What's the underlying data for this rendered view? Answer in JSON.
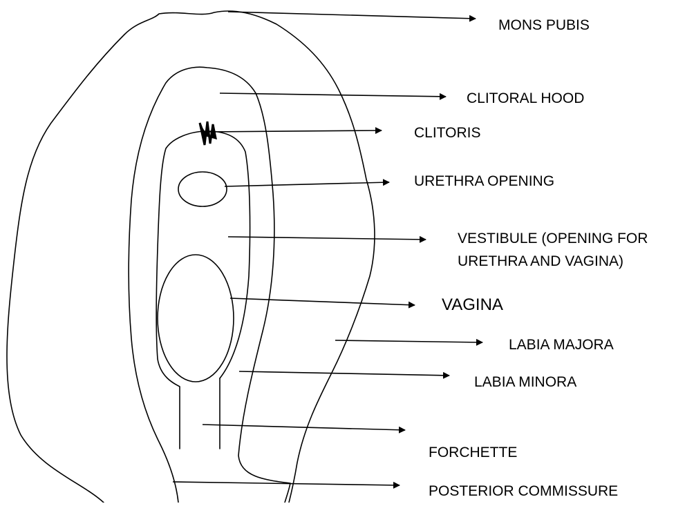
{
  "diagram": {
    "labels": {
      "mons_pubis": "MONS PUBIS",
      "clitoral_hood": "CLITORAL HOOD",
      "clitoris": "CLITORIS",
      "urethra_opening": "URETHRA OPENING",
      "vestibule_line1": "VESTIBULE (OPENING FOR",
      "vestibule_line2": "URETHRA AND VAGINA)",
      "vagina": "VAGINA",
      "labia_majora": "LABIA MAJORA",
      "labia_minora": "LABIA MINORA",
      "forchette": "FORCHETTE",
      "posterior_commissure": "POSTERIOR COMMISSURE"
    }
  }
}
